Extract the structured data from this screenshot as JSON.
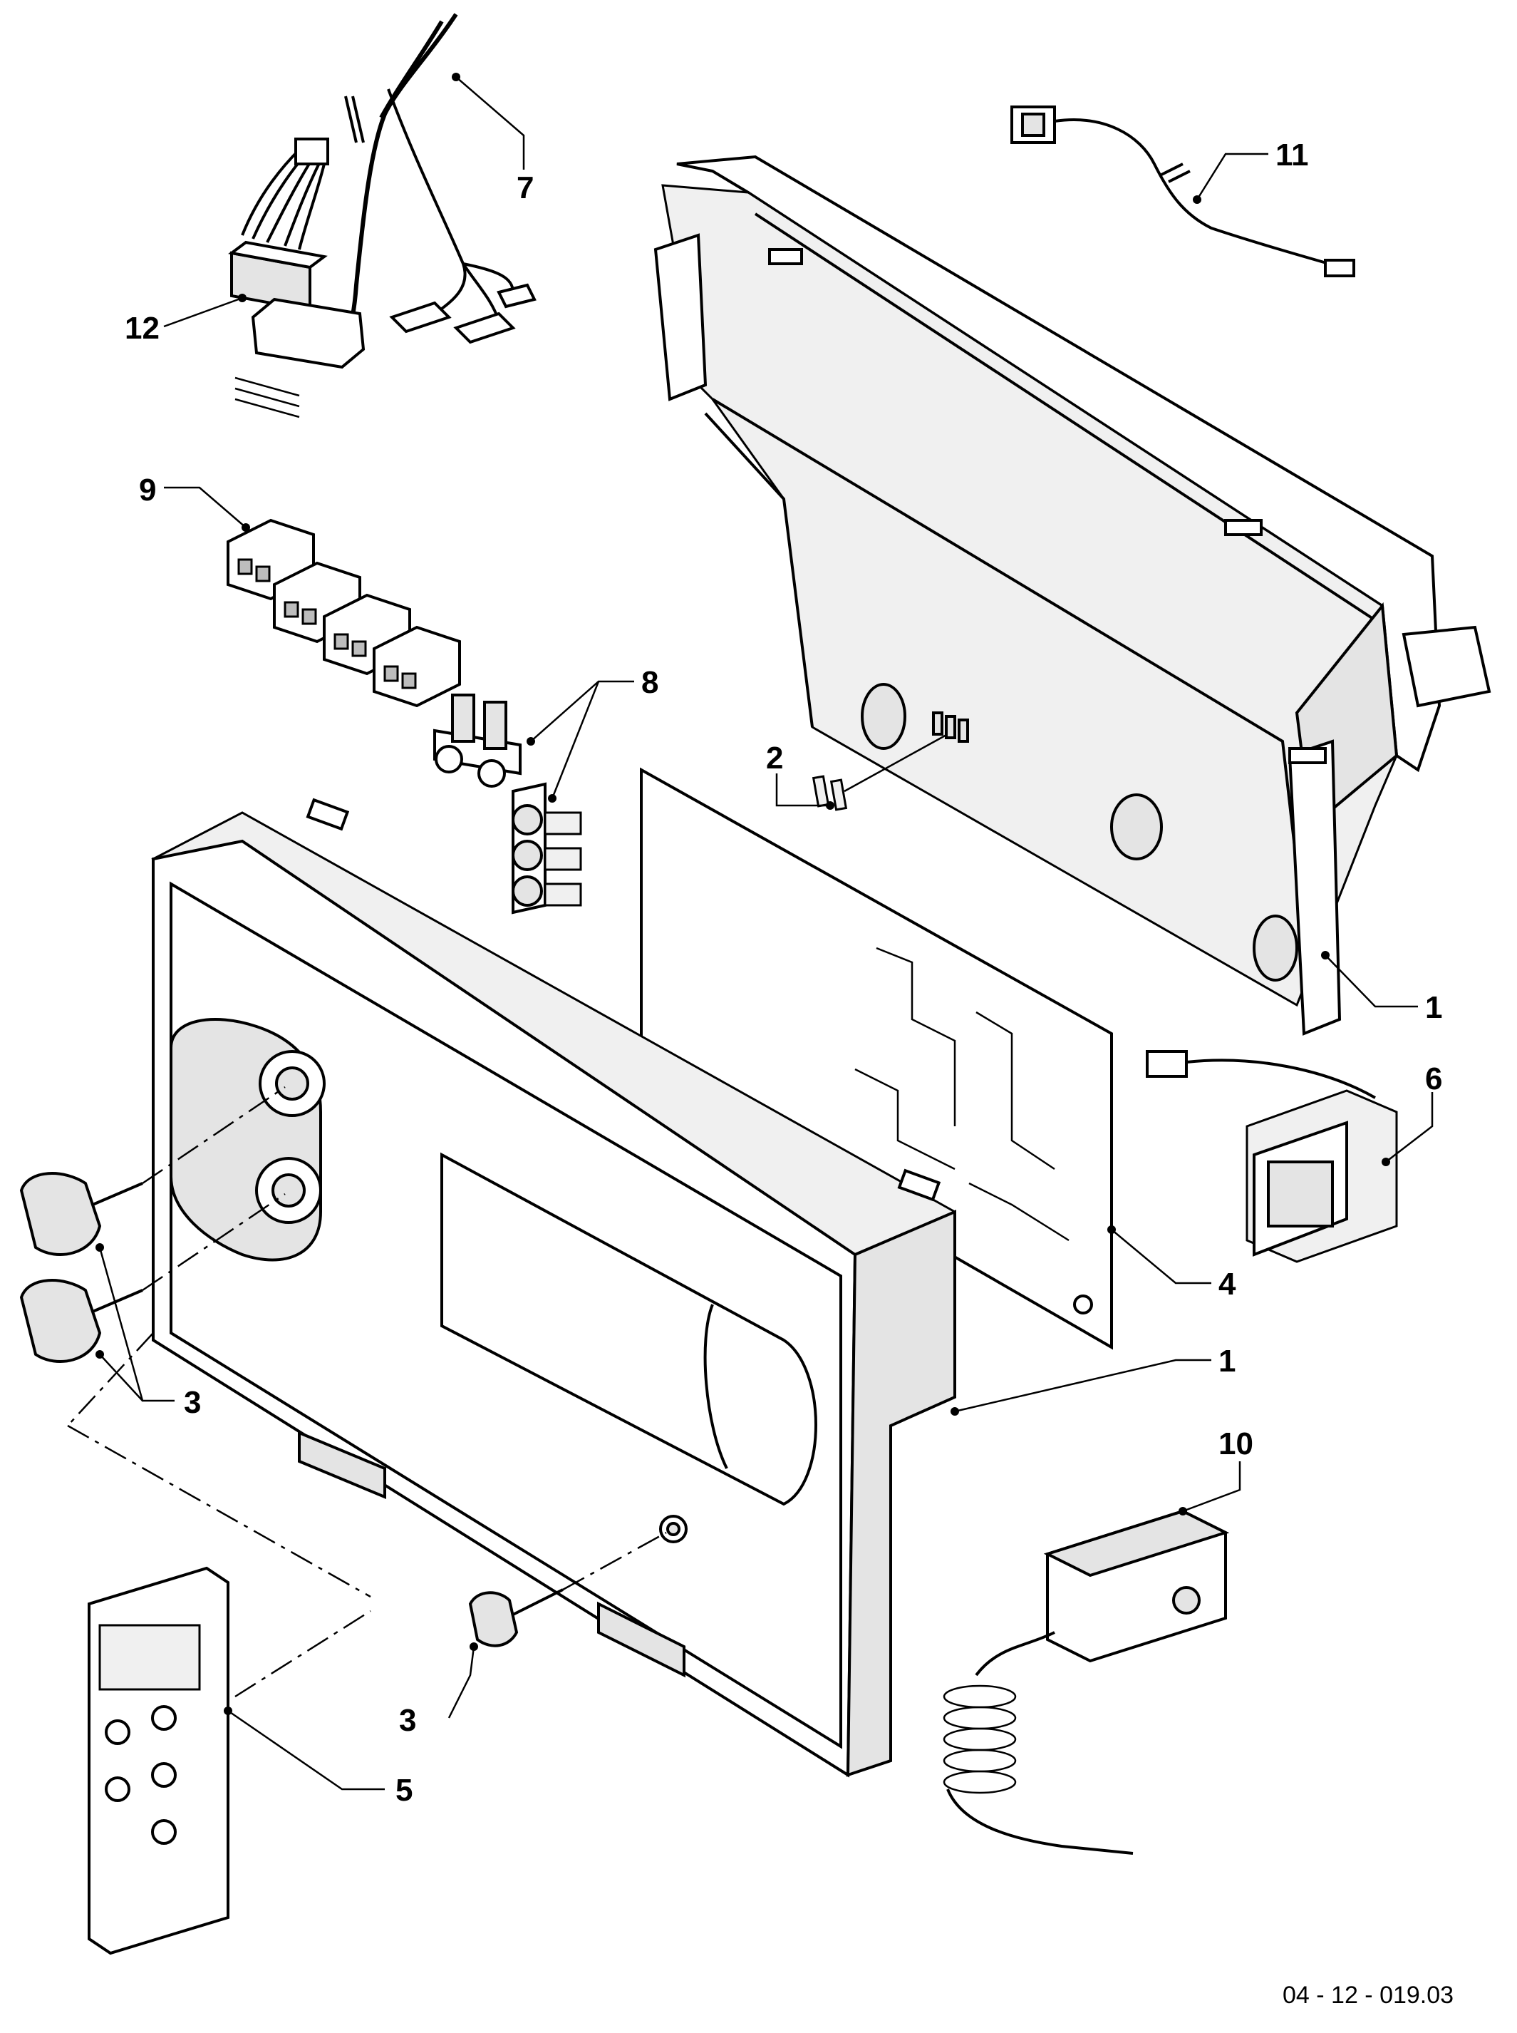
{
  "drawing": {
    "reference_code": "04 - 12 - 019.03"
  },
  "callouts": {
    "c1_rear_housing": "1",
    "c1_front_housing": "1",
    "c2_fuses": "2",
    "c3_knobs_left": "3",
    "c3_knob_small": "3",
    "c4_circuit_board": "4",
    "c5_control_panel": "5",
    "c6_transformer": "6",
    "c7_wiring_harness": "7",
    "c8_connectors": "8",
    "c9_terminal_blocks": "9",
    "c10_thermostat": "10",
    "c11_sensor": "11",
    "c12_plug": "12"
  }
}
